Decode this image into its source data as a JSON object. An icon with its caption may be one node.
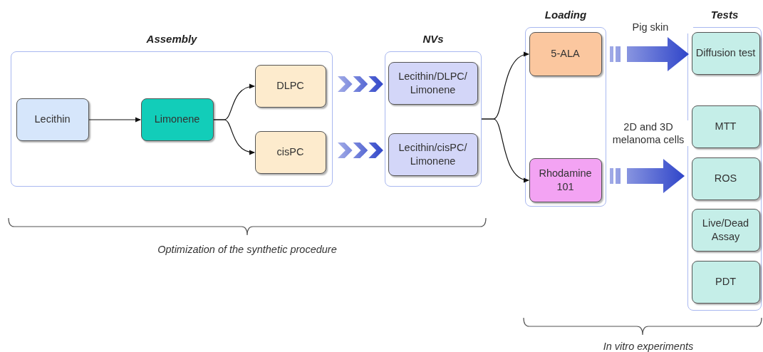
{
  "diagram": {
    "nodes": [
      {
        "text": [
          "Assembly"
        ]
      },
      {
        "text": [
          "Lecithin"
        ],
        "in": 0
      },
      {
        "text": [
          "Limonene"
        ],
        "in": 0
      },
      {
        "text": [
          "DLPC"
        ],
        "in": 0
      },
      {
        "text": [
          "cisPC"
        ],
        "in": 0
      },
      {
        "text": [
          "NVs"
        ]
      },
      {
        "text": [
          "Lecithin/DLPC/ Limonene"
        ],
        "in": 5
      },
      {
        "text": [
          "Lecithin/cisPC/ Limonene"
        ],
        "in": 5
      },
      {
        "text": [
          "Loading"
        ]
      },
      {
        "text": [
          "5-ALA"
        ],
        "in": 8
      },
      {
        "text": [
          "Rhodamine 101"
        ],
        "in": 8
      },
      {
        "text": [
          "Tests"
        ]
      },
      {
        "text": [
          "Diffusion test"
        ],
        "in": 11
      },
      {
        "text": [
          "MTT"
        ],
        "in": 11
      },
      {
        "text": [
          "ROS"
        ],
        "in": 11
      },
      {
        "text": [
          "Live/Dead Assay"
        ],
        "in": 11
      },
      {
        "text": [
          "PDT"
        ],
        "in": 11
      }
    ],
    "edges": [
      {
        "from": 1,
        "to": 2,
        "arrow": "to"
      },
      {
        "from": 2,
        "to": 3,
        "arrow": "to"
      },
      {
        "from": 2,
        "to": 4,
        "arrow": "to"
      },
      {
        "from": 3,
        "to": 6,
        "arrow": "to",
        "style": "thick",
        "color": "#2f45c9"
      },
      {
        "from": 4,
        "to": 7,
        "arrow": "to",
        "style": "thick",
        "color": "#2f45c9"
      },
      {
        "from": 5,
        "to": 9,
        "arrow": "to"
      },
      {
        "from": 5,
        "to": 10,
        "arrow": "to"
      },
      {
        "from": 9,
        "to": 12,
        "arrow": "to",
        "label": "Pig skin",
        "style": "thick",
        "color": "#2f45c9"
      },
      {
        "from": 10,
        "to": 11,
        "arrow": "to",
        "label": "2D and 3D melanoma cells",
        "style": "thick",
        "color": "#2f45c9"
      }
    ],
    "labels": [
      "Optimization of the synthetic procedure",
      "In vitro experiments"
    ]
  }
}
